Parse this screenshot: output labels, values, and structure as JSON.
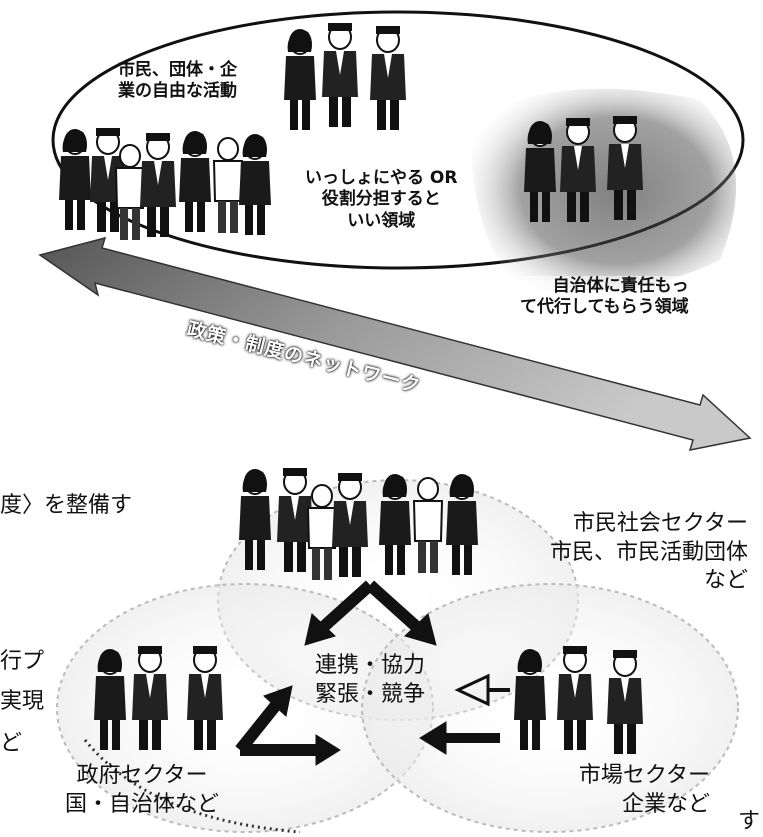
{
  "top": {
    "label_free": [
      "市民、団体・企",
      "業の自由な活動"
    ],
    "label_together": [
      "いっしょにやる OR",
      "役割分担すると",
      "いい領域"
    ],
    "label_delegate": [
      "自治体に責任もっ",
      "て代行してもらう領域"
    ],
    "arrow_text": "政策・制度のネットワーク"
  },
  "bottom": {
    "civil": [
      "市民社会セクター",
      "市民、市民活動団体",
      "など"
    ],
    "gov": [
      "政府セクター",
      "国・自治体など"
    ],
    "market": [
      "市場セクター",
      "企業など"
    ],
    "center": [
      "連携・協力",
      "緊張・競争"
    ]
  },
  "margin_fragments": {
    "line1": "度〉を整備す",
    "line2": "行プ",
    "line3": "実現",
    "line4": "ど",
    "line5": "す"
  },
  "colors": {
    "ink": "#111111",
    "shade": "#7a7a7a",
    "light": "#cfcfcf"
  }
}
